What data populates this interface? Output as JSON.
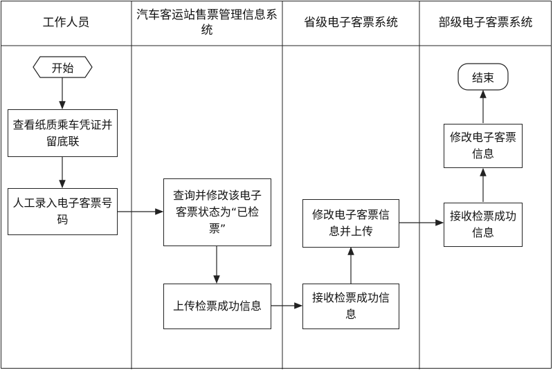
{
  "lanes": [
    {
      "title": "工作人员"
    },
    {
      "title": "汽车客运站售票管理信息系统"
    },
    {
      "title": "省级电子客票系统"
    },
    {
      "title": "部级电子客票系统"
    }
  ],
  "nodes": {
    "start": "开始",
    "check_paper": "查看纸质乘车凭证并留底联",
    "manual_entry": "人工录入电子客票号码",
    "query_modify": "查询并修改该电子客票状态为“已检票”",
    "upload_success": "上传检票成功信息",
    "receive_success_prov": "接收检票成功信息",
    "modify_upload_prov": "修改电子客票信息并上传",
    "receive_success_min": "接收检票成功信息",
    "modify_info_min": "修改电子客票信息",
    "end": "结束"
  }
}
